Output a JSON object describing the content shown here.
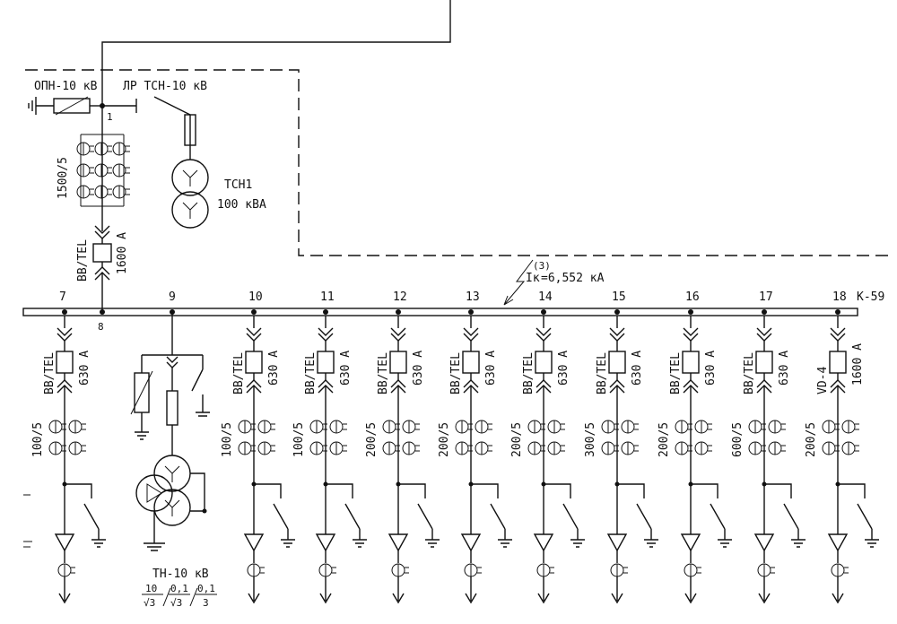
{
  "incomer": {
    "arrester_label": "ОПН-10 кВ",
    "disconnector_label": "ЛР ТСН-10 кВ",
    "node_number": "1",
    "ct_ratio": "1500/5",
    "breaker_type": "BB/TEL",
    "breaker_rating": "1600 А",
    "transformer_name": "ТСН1",
    "transformer_power": "100 кВА",
    "node_below": "8"
  },
  "busbar": {
    "name": "K-59",
    "fault_current_label": "Iк",
    "fault_current_superscript": "(3)",
    "fault_current_value": "=6,552 кА"
  },
  "vt_feeder": {
    "number": "9",
    "name": "ТН-10 кВ",
    "ratio_1": "10",
    "ratio_2": "0,1",
    "ratio_3": "0,1",
    "ratio_den_1": "√3",
    "ratio_den_2": "√3",
    "ratio_den_3": "3"
  },
  "feeders": [
    {
      "number": "7",
      "breaker": "BB/TEL",
      "rating": "630 А",
      "ct": "100/5"
    },
    {
      "number": "10",
      "breaker": "BB/TEL",
      "rating": "630 А",
      "ct": "100/5"
    },
    {
      "number": "11",
      "breaker": "BB/TEL",
      "rating": "630 А",
      "ct": "100/5"
    },
    {
      "number": "12",
      "breaker": "BB/TEL",
      "rating": "630 А",
      "ct": "200/5"
    },
    {
      "number": "13",
      "breaker": "BB/TEL",
      "rating": "630 А",
      "ct": "200/5"
    },
    {
      "number": "14",
      "breaker": "BB/TEL",
      "rating": "630 А",
      "ct": "200/5"
    },
    {
      "number": "15",
      "breaker": "BB/TEL",
      "rating": "630 А",
      "ct": "300/5"
    },
    {
      "number": "16",
      "breaker": "BB/TEL",
      "rating": "630 А",
      "ct": "200/5"
    },
    {
      "number": "17",
      "breaker": "BB/TEL",
      "rating": "630 А",
      "ct": "600/5"
    },
    {
      "number": "18",
      "breaker": "VD-4",
      "rating": "1600 А",
      "ct": "200/5"
    }
  ]
}
